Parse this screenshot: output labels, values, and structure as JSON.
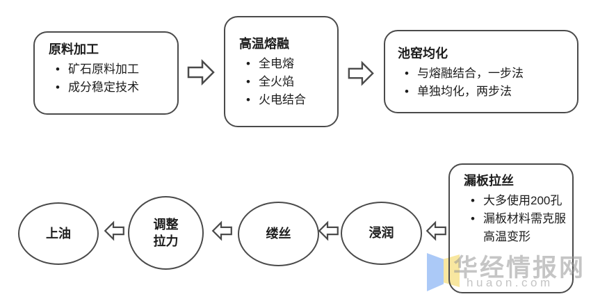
{
  "diagram": {
    "top_flow": {
      "boxes": [
        {
          "title": "原料加工",
          "bullets": [
            "矿石原料加工",
            "成分稳定技术"
          ]
        },
        {
          "title": "高温熔融",
          "bullets": [
            "全电熔",
            "全火焰",
            "火电结合"
          ]
        },
        {
          "title": "池窑均化",
          "bullets": [
            "与熔融结合，一步法",
            "单独均化，两步法"
          ]
        }
      ]
    },
    "bottom_flow": {
      "source_box": {
        "title": "漏板拉丝",
        "bullets": [
          "大多使用200孔",
          "漏板材料需克服高温变形"
        ]
      },
      "steps": [
        "浸润",
        "缕丝",
        "调整拉力",
        "上油"
      ]
    },
    "colors": {
      "outline": "#4a4a4a",
      "text": "#1c1c1c"
    }
  },
  "watermark": {
    "brand": "华经情报网",
    "domain": "huaon.com",
    "logo_blue": "#abc9f7",
    "logo_yellow": "#f8e7a0"
  }
}
